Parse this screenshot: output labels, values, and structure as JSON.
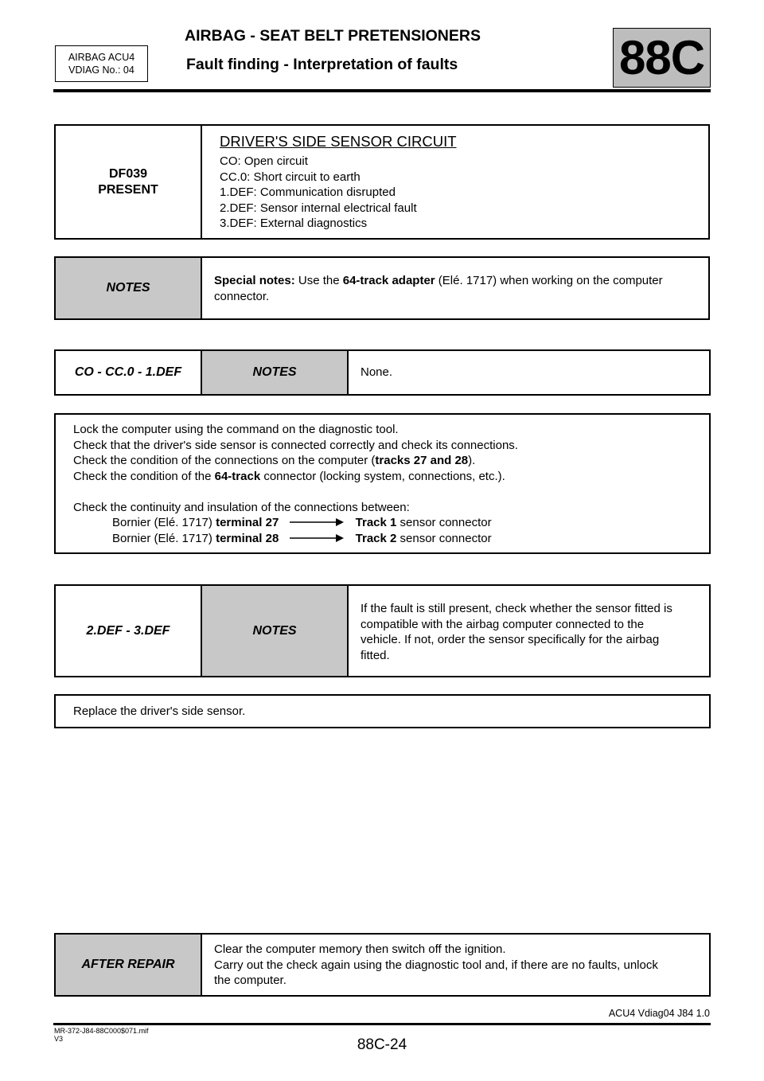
{
  "header": {
    "badge_line1": "AIRBAG ACU4",
    "badge_line2": "VDIAG No.: 04",
    "title": "AIRBAG - SEAT BELT PRETENSIONERS",
    "subtitle": "Fault finding - Interpretation of faults",
    "section_code": "88C"
  },
  "fault": {
    "code": "DF039",
    "status": "PRESENT",
    "title": "DRIVER'S SIDE SENSOR CIRCUIT",
    "items": [
      "CO: Open circuit",
      "CC.0: Short circuit to earth",
      "1.DEF: Communication disrupted",
      "2.DEF: Sensor internal electrical fault",
      "3.DEF: External diagnostics"
    ]
  },
  "notes": {
    "label": "NOTES",
    "bold_prefix": "Special notes:",
    "text_1": " Use the ",
    "bold_adapter": "64-track adapter",
    "text_2": " (Elé. 1717) when working on the computer",
    "text_3": "connector."
  },
  "block1": {
    "condition": "CO - CC.0 - 1.DEF",
    "notes_label": "NOTES",
    "notes_text": "None.",
    "procedure": {
      "line1": "Lock the computer using the command on the diagnostic tool.",
      "line2": "Check that the driver's side sensor is connected correctly and check its connections.",
      "line3_a": "Check the condition of the connections on the computer (",
      "line3_b": "tracks 27 and 28",
      "line3_c": ").",
      "line4_a": "Check the condition of the ",
      "line4_b": "64-track",
      "line4_c": " connector (locking system, connections, etc.).",
      "line5": "Check the continuity and insulation of the connections between:",
      "connections": [
        {
          "from": "Bornier (Elé. 1717) ",
          "from_bold": "terminal 27",
          "to_bold": "Track 1",
          "to": " sensor connector"
        },
        {
          "from": "Bornier (Elé. 1717) ",
          "from_bold": "terminal 28",
          "to_bold": "Track 2",
          "to": " sensor connector"
        }
      ]
    }
  },
  "block2": {
    "condition": "2.DEF - 3.DEF",
    "notes_label": "NOTES",
    "notes_lines": [
      "If the fault is still present, check whether the sensor fitted is",
      "compatible with the airbag computer connected to the",
      "vehicle. If not, order the sensor specifically for the airbag",
      "fitted."
    ],
    "procedure": "Replace the driver's side sensor."
  },
  "after_repair": {
    "label": "AFTER REPAIR",
    "lines": [
      "Clear the computer memory then switch off the ignition.",
      "Carry out the check again using the diagnostic tool and, if there are no faults, unlock",
      "the computer."
    ]
  },
  "footer": {
    "version_ref": "ACU4 Vdiag04 J84 1.0",
    "file_ref": "MR-372-J84-88C000$071.mif",
    "file_version": "V3",
    "page_number": "88C-24"
  },
  "colors": {
    "grey_cell": "#c8c8c8",
    "code_box": "#bdbdbd"
  }
}
